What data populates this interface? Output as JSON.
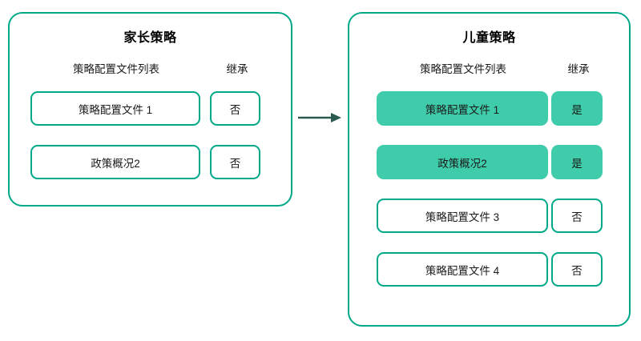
{
  "diagram": {
    "arrow": {
      "name": "inheritance-flow-arrow",
      "color": "#2a5a50",
      "direction": "left-to-right"
    },
    "theme": {
      "border_color": "#00a88a",
      "filled_color": "#3fccab",
      "background": "#ffffff",
      "text_color": "#1a1a1a"
    }
  },
  "parent_panel": {
    "title": "家长策略",
    "headers": {
      "list": "策略配置文件列表",
      "inherit": "继承"
    },
    "rows": [
      {
        "profile": "策略配置文件 1",
        "inherit": "否",
        "highlighted": false
      },
      {
        "profile": "政策概况2",
        "inherit": "否",
        "highlighted": false
      }
    ]
  },
  "child_panel": {
    "title": "儿童策略",
    "headers": {
      "list": "策略配置文件列表",
      "inherit": "继承"
    },
    "rows": [
      {
        "profile": "策略配置文件 1",
        "inherit": "是",
        "highlighted": true
      },
      {
        "profile": "政策概况2",
        "inherit": "是",
        "highlighted": true
      },
      {
        "profile": "策略配置文件 3",
        "inherit": "否",
        "highlighted": false
      },
      {
        "profile": "策略配置文件 4",
        "inherit": "否",
        "highlighted": false
      }
    ]
  }
}
